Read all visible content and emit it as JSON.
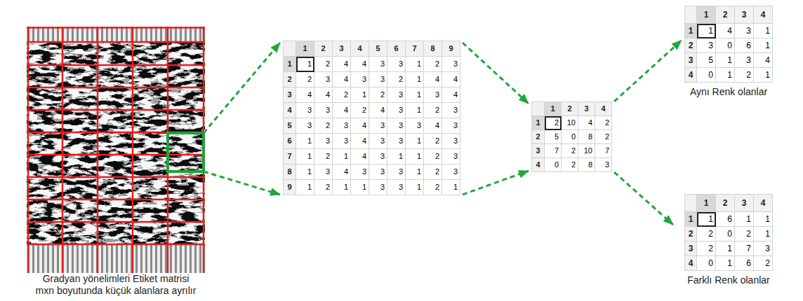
{
  "diagram": {
    "nodes": [
      {
        "text": [
          "Gradyan yönelimleri Etiket matrisi mxn boyutunda küçük alanlara ayrılır"
        ]
      },
      {
        "text": [
          "1",
          "2",
          "3",
          "4",
          "5",
          "6",
          "7",
          "8",
          "9",
          "1",
          "1",
          "2",
          "4",
          "4",
          "3",
          "3",
          "1",
          "2",
          "3",
          "2",
          "2",
          "3",
          "4",
          "3",
          "3",
          "2",
          "1",
          "4",
          "4",
          "3",
          "4",
          "4",
          "2",
          "1",
          "2",
          "3",
          "1",
          "3",
          "4",
          "4",
          "3",
          "3",
          "4",
          "2",
          "4",
          "3",
          "1",
          "2",
          "3",
          "5",
          "3",
          "2",
          "3",
          "4",
          "3",
          "3",
          "3",
          "4",
          "3",
          "6",
          "1",
          "3",
          "3",
          "4",
          "3",
          "3",
          "1",
          "2",
          "3",
          "7",
          "1",
          "2",
          "1",
          "4",
          "3",
          "1",
          "1",
          "2",
          "3",
          "8",
          "1",
          "3",
          "4",
          "3",
          "3",
          "3",
          "1",
          "2",
          "3",
          "9",
          "1",
          "2",
          "1",
          "1",
          "3",
          "3",
          "1",
          "2",
          "1"
        ]
      },
      {
        "text": [
          "1",
          "2",
          "3",
          "4",
          "1",
          "2",
          "10",
          "4",
          "2",
          "2",
          "5",
          "0",
          "8",
          "2",
          "3",
          "7",
          "2",
          "10",
          "7",
          "4",
          "0",
          "2",
          "8",
          "3"
        ]
      },
      {
        "text": [
          "1",
          "2",
          "3",
          "4",
          "1",
          "1",
          "4",
          "3",
          "1",
          "2",
          "3",
          "0",
          "6",
          "1",
          "3",
          "5",
          "1",
          "3",
          "4",
          "4",
          "0",
          "1",
          "2",
          "1",
          "Aynı Renk olanlar"
        ]
      },
      {
        "text": [
          "1",
          "2",
          "3",
          "4",
          "1",
          "1",
          "6",
          "1",
          "1",
          "2",
          "2",
          "0",
          "2",
          "1",
          "3",
          "2",
          "1",
          "7",
          "3",
          "4",
          "0",
          "1",
          "6",
          "2",
          "Farklı Renk olanlar"
        ]
      }
    ],
    "edges": [
      {
        "from": 0,
        "to": 1,
        "arrow": "to"
      },
      {
        "from": 0,
        "to": 1,
        "arrow": "to"
      },
      {
        "from": 1,
        "to": 2,
        "arrow": "to"
      },
      {
        "from": 1,
        "to": 2,
        "arrow": "to"
      },
      {
        "from": 2,
        "to": 3,
        "arrow": "to"
      },
      {
        "from": 2,
        "to": 4,
        "arrow": "to"
      }
    ]
  }
}
